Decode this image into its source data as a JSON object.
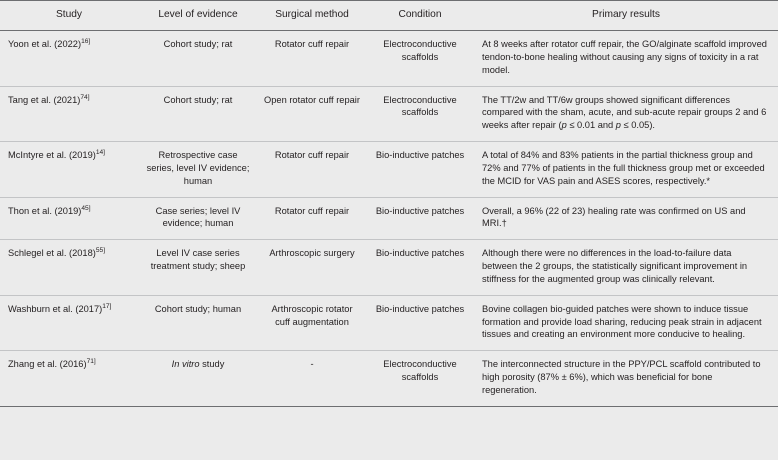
{
  "table": {
    "columns": [
      {
        "key": "study",
        "label": "Study"
      },
      {
        "key": "evidence",
        "label": "Level of evidence"
      },
      {
        "key": "method",
        "label": "Surgical method"
      },
      {
        "key": "condition",
        "label": "Condition"
      },
      {
        "key": "results",
        "label": "Primary results"
      }
    ],
    "rows": [
      {
        "study": "Yoon et al. (2022)",
        "study_ref": "16]",
        "evidence": "Cohort study; rat",
        "method": "Rotator cuff repair",
        "condition": "Electroconductive scaffolds",
        "results": "At 8 weeks after rotator cuff repair, the GO/alginate scaffold improved tendon-to-bone healing without causing any signs of toxicity in a rat model."
      },
      {
        "study": "Tang et al. (2021)",
        "study_ref": "74]",
        "evidence": "Cohort study; rat",
        "method": "Open rotator cuff repair",
        "condition": "Electroconductive scaffolds",
        "results_pre": "The TT/2w and TT/6w groups showed significant differences compared with the sham, acute, and sub-acute repair groups 2 and 6 weeks after repair (",
        "results_p1": "p",
        "results_mid": " ≤ 0.01 and ",
        "results_p2": "p",
        "results_post": " ≤ 0.05)."
      },
      {
        "study": "McIntyre et al. (2019)",
        "study_ref": "14]",
        "evidence": "Retrospective case series, level IV evidence; human",
        "method": "Rotator cuff repair",
        "condition": "Bio-inductive patches",
        "results": "A total of 84% and 83% patients in the partial thickness group and 72% and 77% of patients in the full thickness group met or exceeded the MCID for VAS pain and ASES scores, respectively.*"
      },
      {
        "study": "Thon et al. (2019)",
        "study_ref": "45]",
        "evidence": "Case series; level IV evidence; human",
        "method": "Rotator cuff repair",
        "condition": "Bio-inductive patches",
        "results": "Overall, a 96% (22 of 23) healing rate was confirmed on US and MRI.†"
      },
      {
        "study": "Schlegel et al. (2018)",
        "study_ref": "55]",
        "evidence": "Level IV case series treatment study; sheep",
        "method": "Arthroscopic surgery",
        "condition": "Bio-inductive patches",
        "results": "Although there were no differences in the load-to-failure data between the 2 groups, the statistically significant improvement in stiffness for the augmented group was clinically relevant."
      },
      {
        "study": "Washburn et al. (2017)",
        "study_ref": "17]",
        "evidence": "Cohort study; human",
        "method": "Arthroscopic rotator cuff augmentation",
        "condition": "Bio-inductive patches",
        "results": "Bovine collagen bio-guided patches were shown to induce tissue formation and provide load sharing, reducing peak strain in adjacent tissues and creating an environment more conducive to healing."
      },
      {
        "study": "Zhang et al. (2016)",
        "study_ref": "71]",
        "evidence_italic": "In vitro",
        "evidence_rest": " study",
        "method": "-",
        "condition": "Electroconductive scaffolds",
        "results": "The interconnected structure in the PPY/PCL scaffold contributed to high porosity (87% ± 6%), which was beneficial for bone regeneration."
      }
    ]
  },
  "colors": {
    "background": "#ebebeb",
    "text": "#231f20",
    "rule_strong": "#6d6e71",
    "rule_light": "#c3c4c6"
  }
}
